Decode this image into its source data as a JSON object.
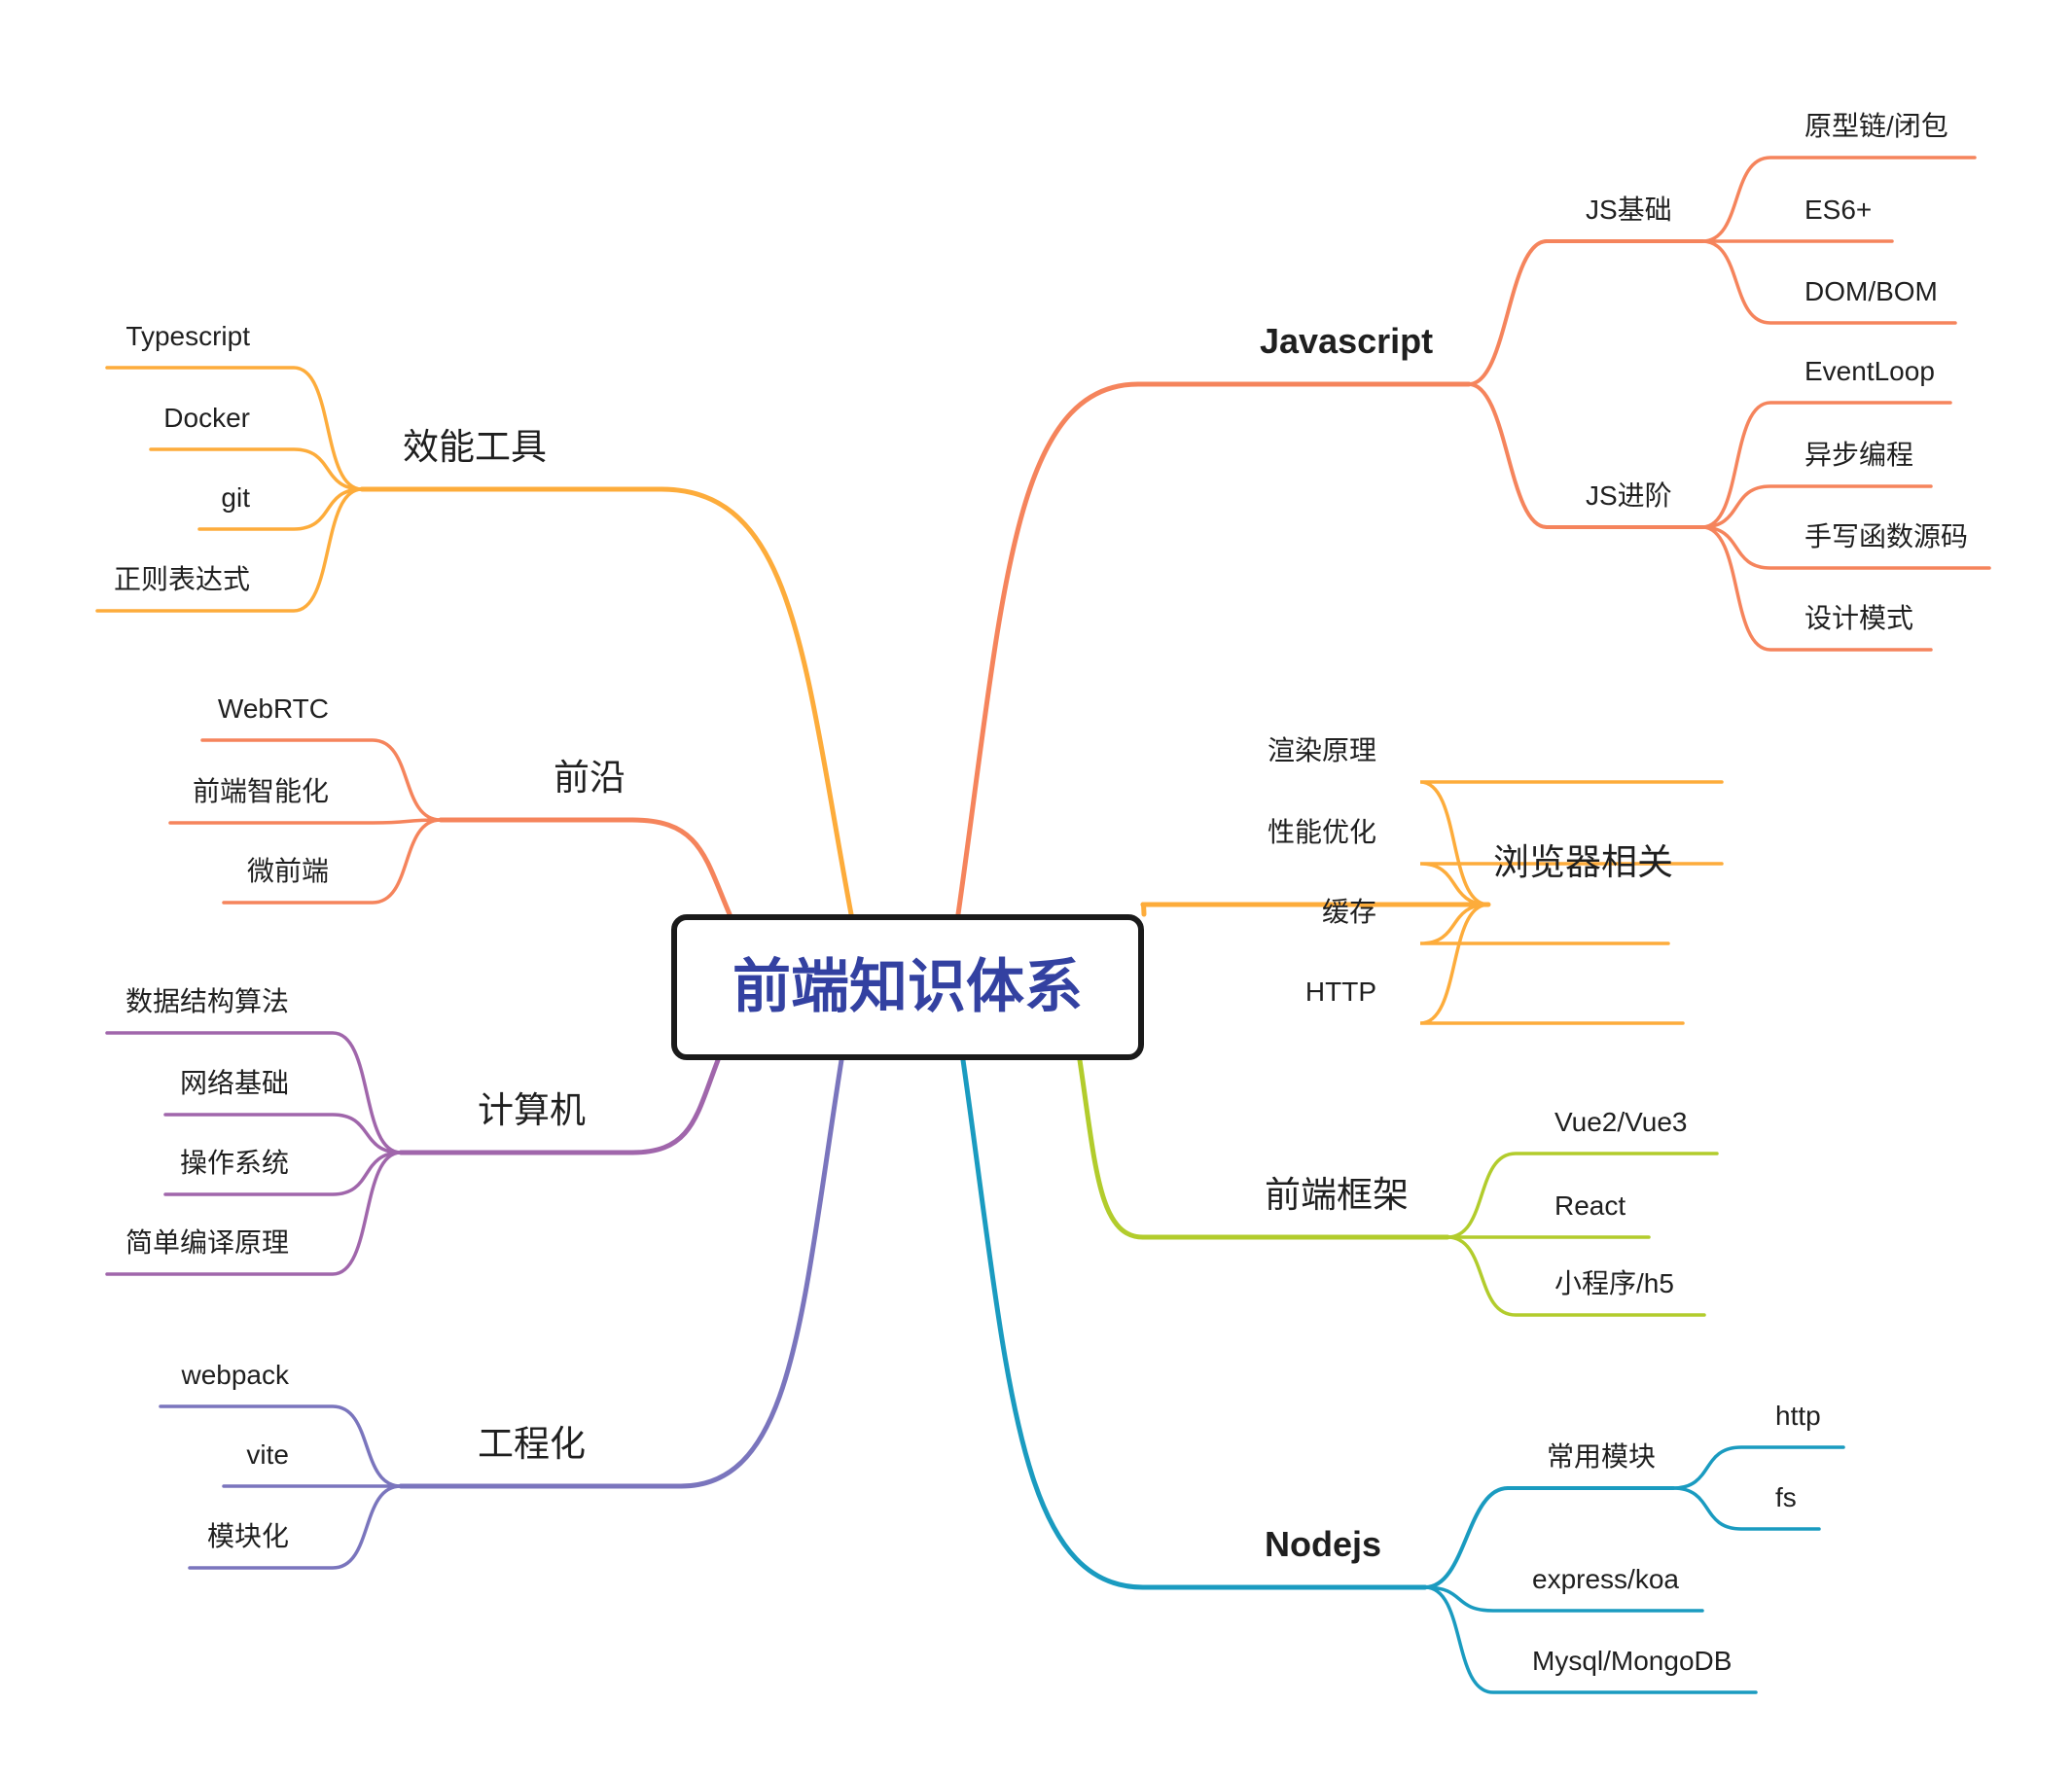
{
  "root": {
    "title": "前端知识体系",
    "color": "#3341a1"
  },
  "branches": [
    {
      "label": "Javascript",
      "color": "#f5845c",
      "bold": true,
      "children": [
        {
          "label": "JS基础",
          "children": [
            "原型链/闭包",
            "ES6+",
            "DOM/BOM"
          ]
        },
        {
          "label": "JS进阶",
          "children": [
            "EventLoop",
            "异步编程",
            "手写函数源码",
            "设计模式"
          ]
        }
      ]
    },
    {
      "label": "浏览器相关",
      "color": "#fdac3b",
      "children": [
        "渲染原理",
        "性能优化",
        "缓存",
        "HTTP"
      ]
    },
    {
      "label": "前端框架",
      "color": "#b2cc2c",
      "children": [
        "Vue2/Vue3",
        "React",
        "小程序/h5"
      ]
    },
    {
      "label": "Nodejs",
      "color": "#1a9bc0",
      "bold": true,
      "children": [
        {
          "label": "常用模块",
          "children": [
            "http",
            "fs"
          ]
        },
        "express/koa",
        "Mysql/MongoDB"
      ]
    },
    {
      "label": "效能工具",
      "color": "#fdac3b",
      "children": [
        "Typescript",
        "Docker",
        "git",
        "正则表达式"
      ]
    },
    {
      "label": "前沿",
      "color": "#f5845c",
      "children": [
        "WebRTC",
        "前端智能化",
        "微前端"
      ]
    },
    {
      "label": "计算机",
      "color": "#a066ab",
      "children": [
        "数据结构算法",
        "网络基础",
        "操作系统",
        "简单编译原理"
      ]
    },
    {
      "label": "工程化",
      "color": "#7a75bd",
      "children": [
        "webpack",
        "vite",
        "模块化"
      ]
    }
  ]
}
